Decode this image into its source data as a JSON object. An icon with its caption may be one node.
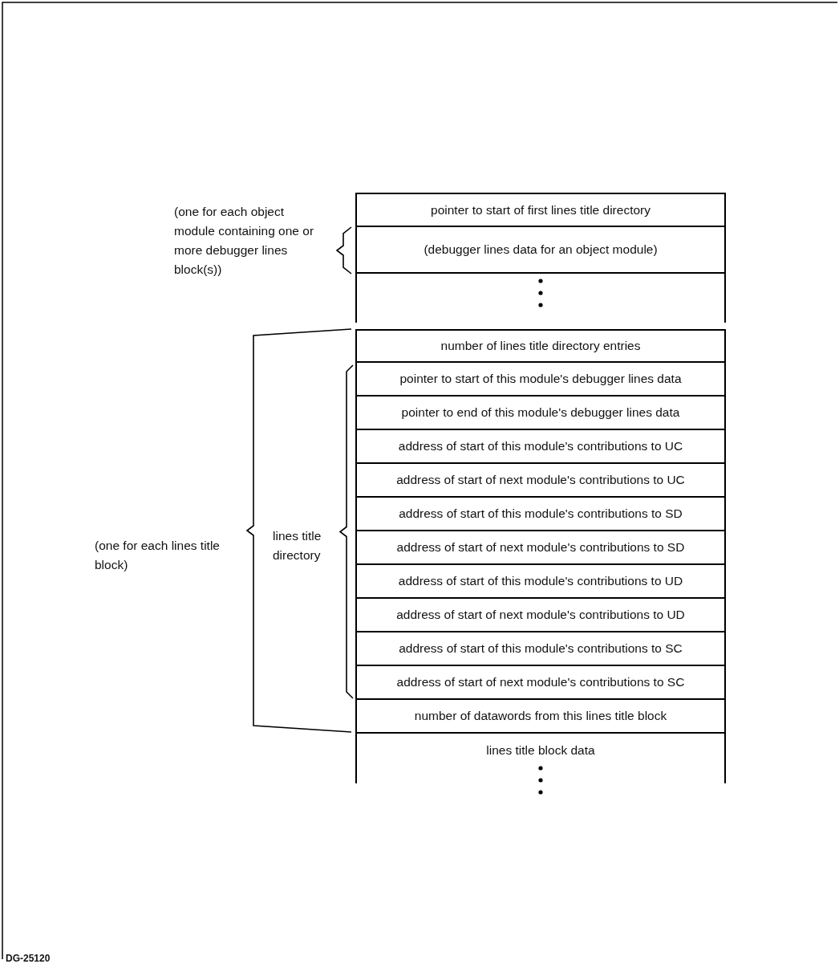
{
  "diagram": {
    "nodes": [
      {
        "text": [
          "pointer to start of first lines title directory"
        ]
      },
      {
        "text": [
          "(debugger lines data for an object module)"
        ]
      },
      {
        "text": [
          "number of lines title directory entries"
        ]
      },
      {
        "text": [
          "pointer to start of this module's debugger lines data"
        ]
      },
      {
        "text": [
          "pointer to end of this module's debugger lines data"
        ]
      },
      {
        "text": [
          "address of start of this module's contributions to UC"
        ]
      },
      {
        "text": [
          "address of start of next module's contributions to UC"
        ]
      },
      {
        "text": [
          "address of start of this module's contributions to SD"
        ]
      },
      {
        "text": [
          "address of start of next module's contributions to SD"
        ]
      },
      {
        "text": [
          "address of start of this module's contributions to UD"
        ]
      },
      {
        "text": [
          "address of start of next module's contributions to UD"
        ]
      },
      {
        "text": [
          "address of start of this module's contributions to SC"
        ]
      },
      {
        "text": [
          "address of start of next module's contributions to SC"
        ]
      },
      {
        "text": [
          "number of datawords from this lines title block"
        ]
      },
      {
        "text": [
          "lines title block data"
        ]
      }
    ],
    "edges": [],
    "labels": [
      "(one for each object module containing one or more debugger lines block(s))",
      "(one for each lines title block)",
      "lines title directory",
      "DG-25120"
    ]
  }
}
